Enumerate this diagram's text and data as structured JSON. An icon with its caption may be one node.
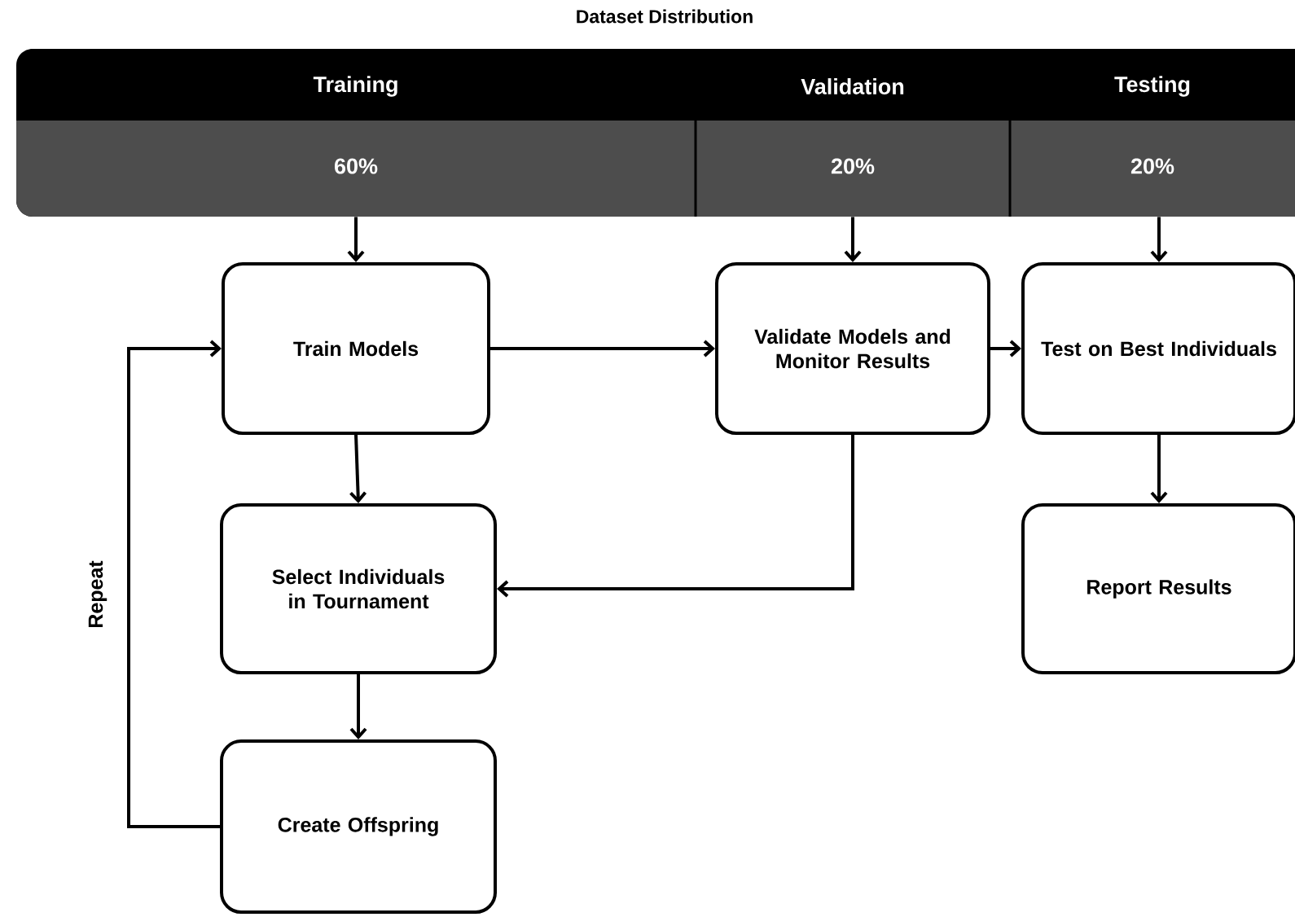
{
  "diagram": {
    "title": "Dataset Distribution",
    "nodes": [
      {
        "text": [
          "Training",
          "60%"
        ]
      },
      {
        "text": [
          "Validation",
          "20%"
        ]
      },
      {
        "text": [
          "Testing",
          "20%"
        ]
      },
      {
        "text": [
          "Train Models"
        ]
      },
      {
        "text": [
          "Validate Models and Monitor Results"
        ]
      },
      {
        "text": [
          "Test on Best Individuals"
        ]
      },
      {
        "text": [
          "Select Individuals in Tournament"
        ]
      },
      {
        "text": [
          "Report Results"
        ]
      },
      {
        "text": [
          "Create Offspring"
        ]
      }
    ],
    "edges": [
      {
        "from": 0,
        "to": 3,
        "arrow": "to"
      },
      {
        "from": 1,
        "to": 4,
        "arrow": "to"
      },
      {
        "from": 2,
        "to": 5,
        "arrow": "to"
      },
      {
        "from": 3,
        "to": 4,
        "arrow": "to"
      },
      {
        "from": 4,
        "to": 5,
        "arrow": "to"
      },
      {
        "from": 3,
        "to": 6,
        "arrow": "to"
      },
      {
        "from": 4,
        "to": 6,
        "arrow": "to"
      },
      {
        "from": 5,
        "to": 7,
        "arrow": "to"
      },
      {
        "from": 6,
        "to": 8,
        "arrow": "to"
      },
      {
        "from": 8,
        "to": 3,
        "arrow": "to",
        "label": "Repeat"
      }
    ]
  }
}
